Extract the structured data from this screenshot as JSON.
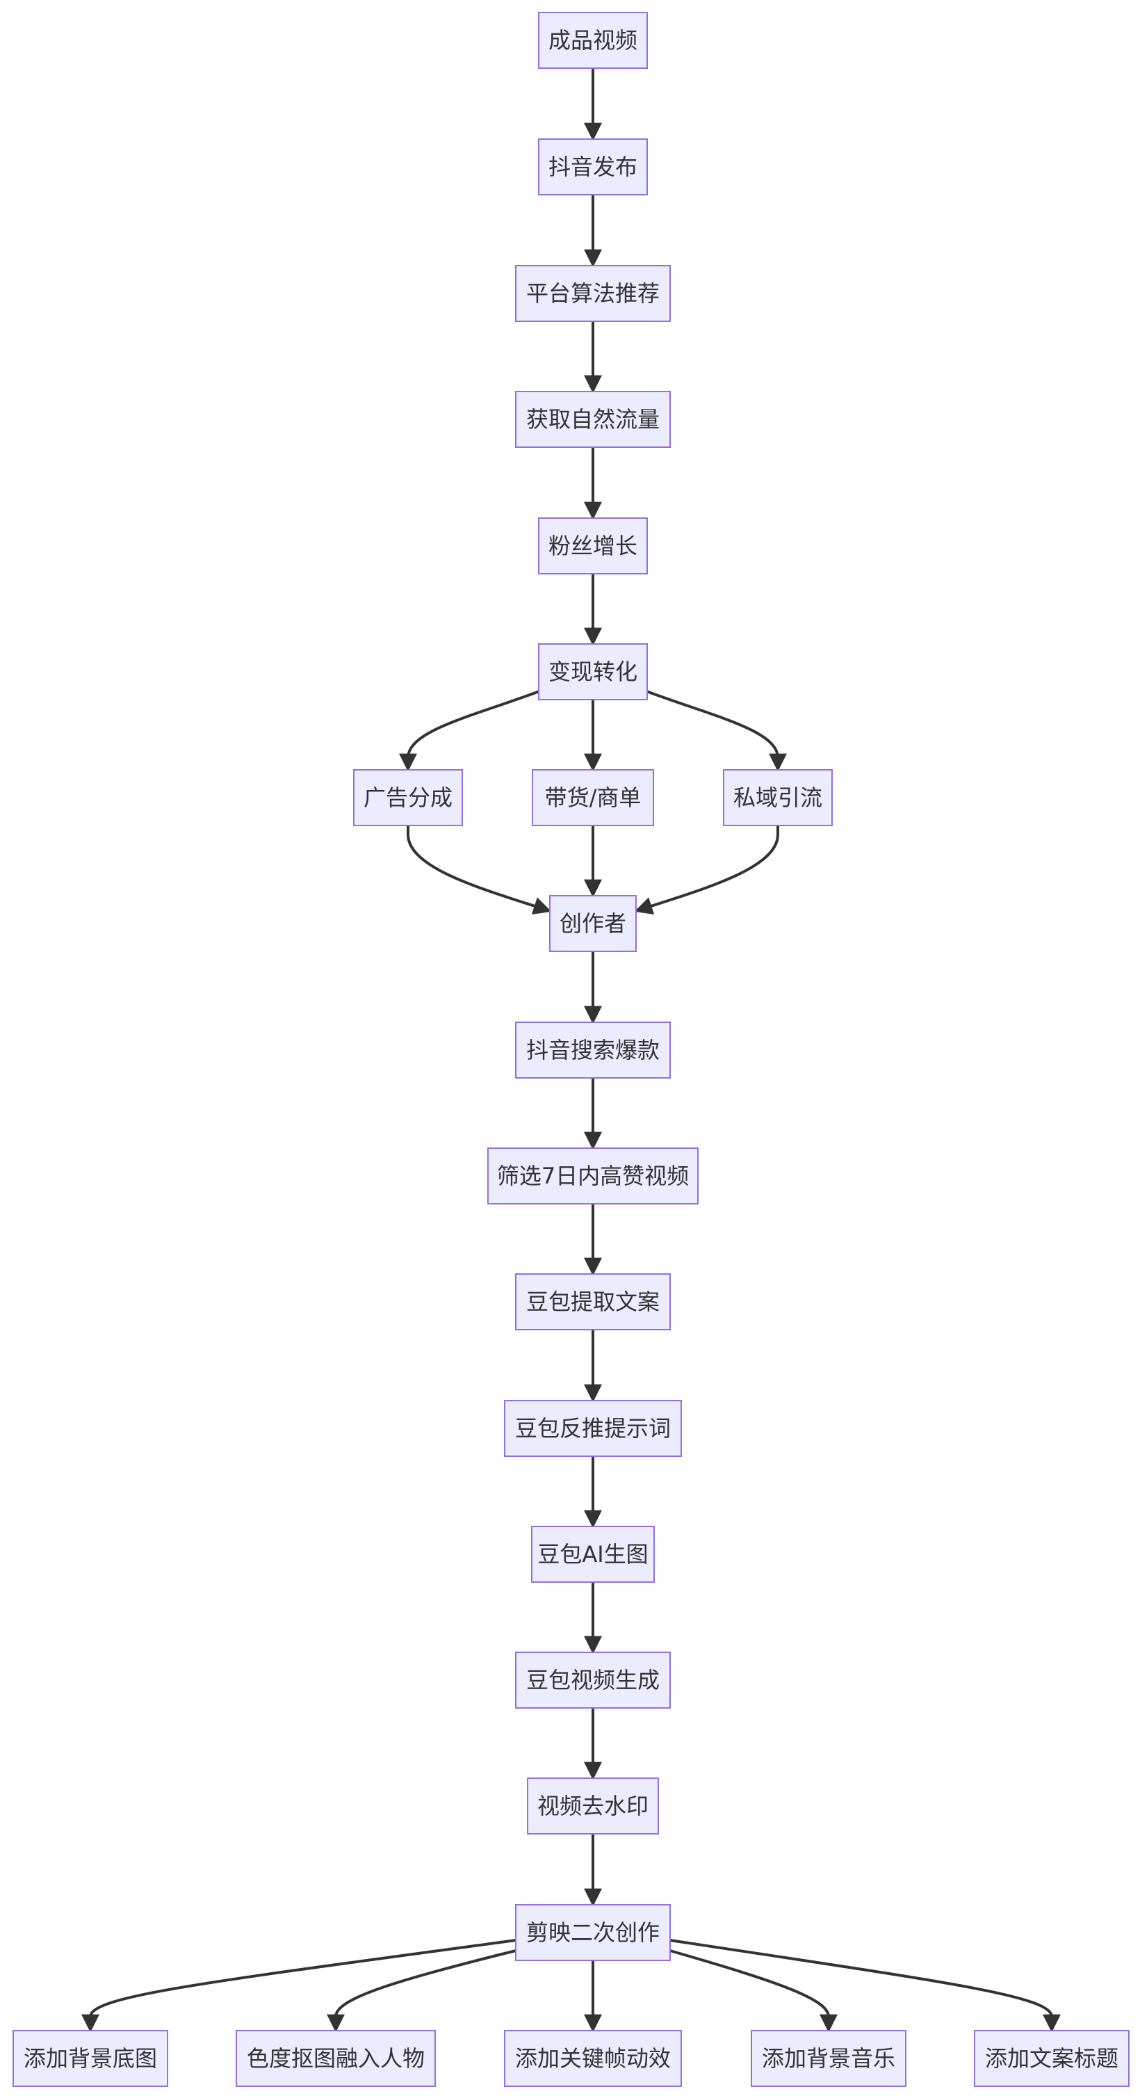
{
  "nodes": [
    {
      "id": "n1",
      "label": "成品视频"
    },
    {
      "id": "n2",
      "label": "抖音发布"
    },
    {
      "id": "n3",
      "label": "平台算法推荐"
    },
    {
      "id": "n4",
      "label": "获取自然流量"
    },
    {
      "id": "n5",
      "label": "粉丝增长"
    },
    {
      "id": "n6",
      "label": "变现转化"
    },
    {
      "id": "n7",
      "label": "广告分成"
    },
    {
      "id": "n8",
      "label": "带货/商单"
    },
    {
      "id": "n9",
      "label": "私域引流"
    },
    {
      "id": "n10",
      "label": "创作者"
    },
    {
      "id": "n11",
      "label": "抖音搜索爆款"
    },
    {
      "id": "n12",
      "label": "筛选7日内高赞视频"
    },
    {
      "id": "n13",
      "label": "豆包提取文案"
    },
    {
      "id": "n14",
      "label": "豆包反推提示词"
    },
    {
      "id": "n15",
      "label": "豆包AI生图"
    },
    {
      "id": "n16",
      "label": "豆包视频生成"
    },
    {
      "id": "n17",
      "label": "视频去水印"
    },
    {
      "id": "n18",
      "label": "剪映二次创作"
    },
    {
      "id": "n19",
      "label": "添加背景底图"
    },
    {
      "id": "n20",
      "label": "色度抠图融入人物"
    },
    {
      "id": "n21",
      "label": "添加关键帧动效"
    },
    {
      "id": "n22",
      "label": "添加背景音乐"
    },
    {
      "id": "n23",
      "label": "添加文案标题"
    }
  ],
  "edges": [
    {
      "from": "n1",
      "to": "n2"
    },
    {
      "from": "n2",
      "to": "n3"
    },
    {
      "from": "n3",
      "to": "n4"
    },
    {
      "from": "n4",
      "to": "n5"
    },
    {
      "from": "n5",
      "to": "n6"
    },
    {
      "from": "n6",
      "to": "n7"
    },
    {
      "from": "n6",
      "to": "n8"
    },
    {
      "from": "n6",
      "to": "n9"
    },
    {
      "from": "n7",
      "to": "n10"
    },
    {
      "from": "n8",
      "to": "n10"
    },
    {
      "from": "n9",
      "to": "n10"
    },
    {
      "from": "n10",
      "to": "n11"
    },
    {
      "from": "n11",
      "to": "n12"
    },
    {
      "from": "n12",
      "to": "n13"
    },
    {
      "from": "n13",
      "to": "n14"
    },
    {
      "from": "n14",
      "to": "n15"
    },
    {
      "from": "n15",
      "to": "n16"
    },
    {
      "from": "n16",
      "to": "n17"
    },
    {
      "from": "n17",
      "to": "n18"
    },
    {
      "from": "n18",
      "to": "n19"
    },
    {
      "from": "n18",
      "to": "n20"
    },
    {
      "from": "n18",
      "to": "n21"
    },
    {
      "from": "n18",
      "to": "n22"
    },
    {
      "from": "n18",
      "to": "n23"
    }
  ],
  "colors": {
    "node_fill": "#ECECFF",
    "node_border": "#9370DB",
    "edge": "#333333",
    "text": "#333333",
    "background": "#FFFFFF"
  }
}
